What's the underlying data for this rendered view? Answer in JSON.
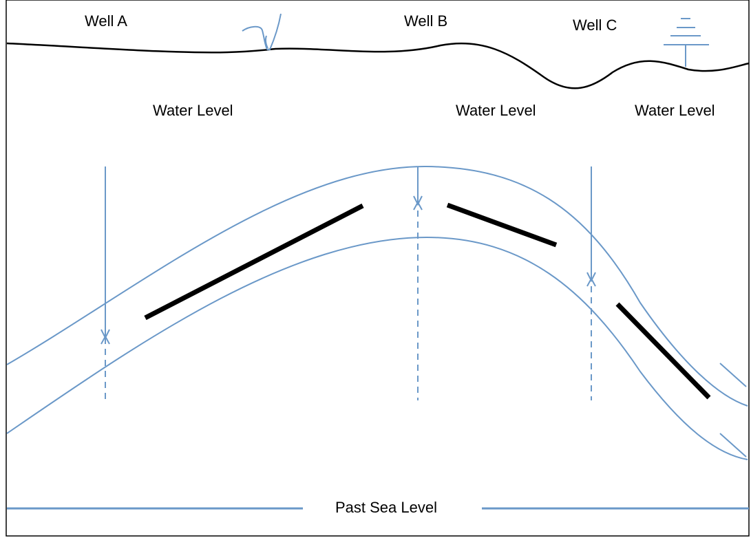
{
  "labels": {
    "well_a": "Well A",
    "well_b": "Well B",
    "well_c": "Well C",
    "water_level_a": "Water Level",
    "water_level_b": "Water Level",
    "water_level_c": "Water Level",
    "past_sea_level": "Past Sea Level"
  },
  "colors": {
    "line": "#6a98c8",
    "ground": "#000000",
    "bars": "#000000"
  },
  "icons": {
    "spring": "spring-icon",
    "transmission_tower": "tower-icon"
  }
}
